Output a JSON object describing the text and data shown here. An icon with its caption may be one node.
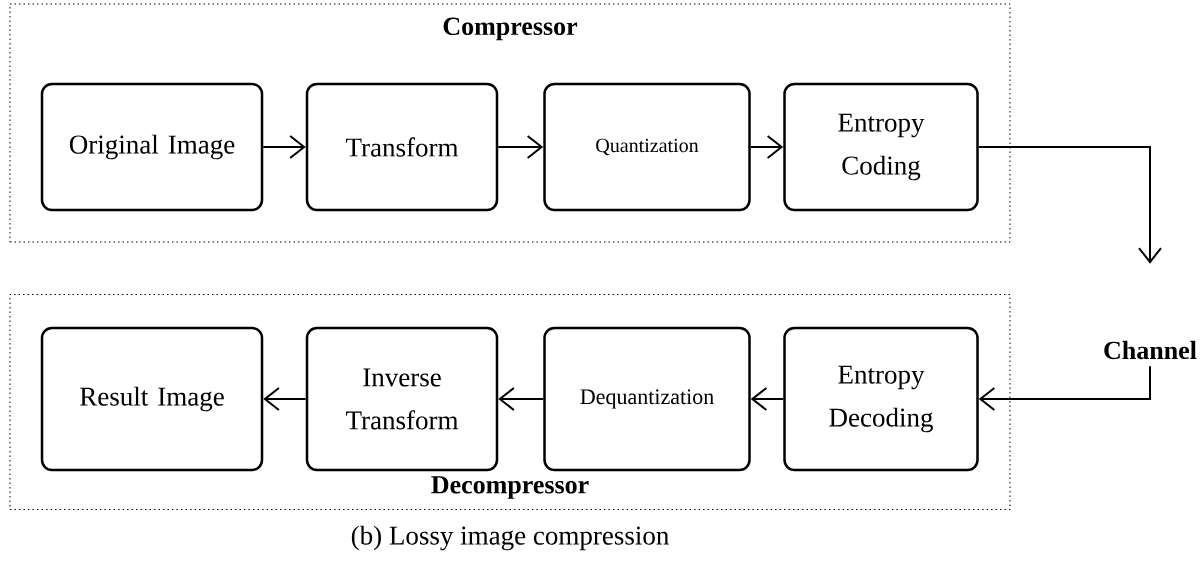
{
  "diagram": {
    "caption": "(b) Lossy image compression",
    "nodes": [
      {
        "text": [
          "Compressor"
        ]
      },
      {
        "text": [
          "Original Image"
        ],
        "in": 0
      },
      {
        "text": [
          "Transform"
        ],
        "in": 0
      },
      {
        "text": [
          "Quantization"
        ],
        "in": 0
      },
      {
        "text": [
          "Entropy Coding"
        ],
        "in": 0
      },
      {
        "text": [
          "Decompressor"
        ]
      },
      {
        "text": [
          "Result Image"
        ],
        "in": 5
      },
      {
        "text": [
          "Inverse Transform"
        ],
        "in": 5
      },
      {
        "text": [
          "Dequantization"
        ],
        "in": 5
      },
      {
        "text": [
          "Entropy Decoding"
        ],
        "in": 5
      },
      {
        "text": [
          "Channel"
        ]
      }
    ],
    "edges": [
      {
        "from": 1,
        "to": 2,
        "arrow": "to"
      },
      {
        "from": 2,
        "to": 3,
        "arrow": "to"
      },
      {
        "from": 3,
        "to": 4,
        "arrow": "to"
      },
      {
        "from": 4,
        "to": 10,
        "arrow": "to"
      },
      {
        "from": 10,
        "to": 9,
        "arrow": "to"
      },
      {
        "from": 9,
        "to": 8,
        "arrow": "to"
      },
      {
        "from": 8,
        "to": 7,
        "arrow": "to"
      },
      {
        "from": 7,
        "to": 6,
        "arrow": "to"
      }
    ]
  }
}
